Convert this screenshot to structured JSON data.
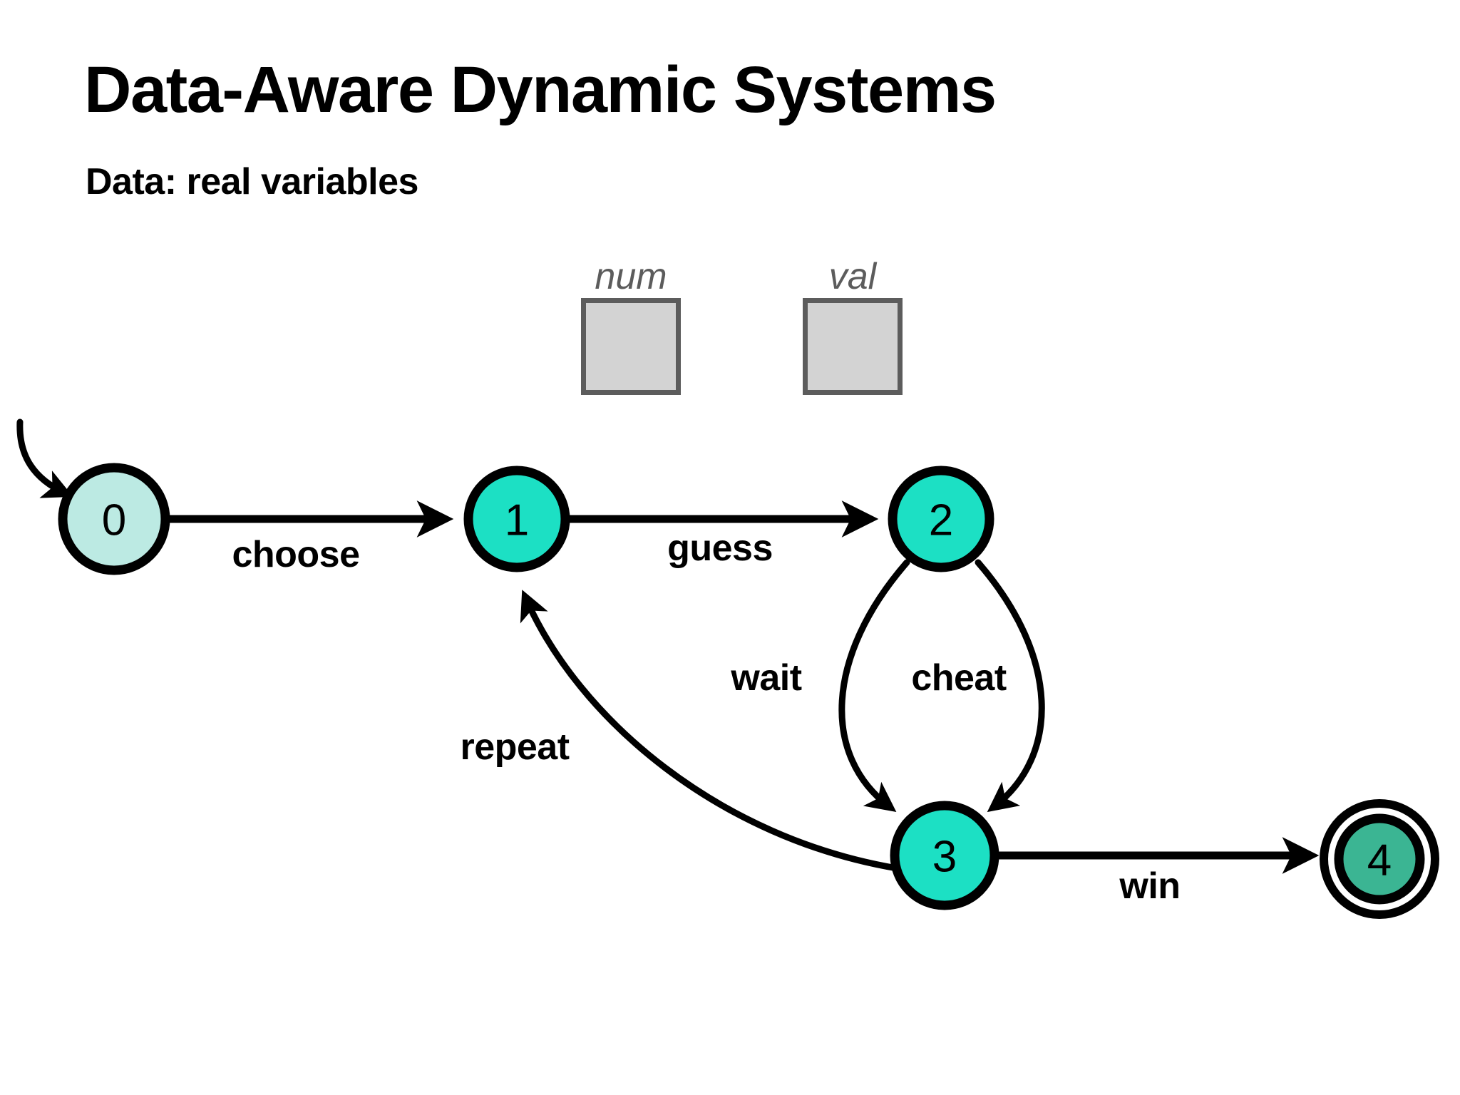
{
  "slide": {
    "title": "Data-Aware Dynamic Systems",
    "subtitle": "Data: real variables",
    "background_color": "#ffffff"
  },
  "variables": [
    {
      "name": "num",
      "value": "",
      "box_fill": "#d3d3d3",
      "box_border": "#5c5c5c"
    },
    {
      "name": "val",
      "value": "",
      "box_fill": "#d3d3d3",
      "box_border": "#5c5c5c"
    }
  ],
  "automaton": {
    "colors": {
      "initial_state_fill": "#bceae3",
      "state_fill": "#1ce0c4",
      "final_state_fill": "#3bb593",
      "stroke": "#000000"
    },
    "states": [
      {
        "id": "0",
        "label": "0",
        "kind": "initial",
        "fill": "#bceae3"
      },
      {
        "id": "1",
        "label": "1",
        "kind": "normal",
        "fill": "#1ce0c4"
      },
      {
        "id": "2",
        "label": "2",
        "kind": "normal",
        "fill": "#1ce0c4"
      },
      {
        "id": "3",
        "label": "3",
        "kind": "normal",
        "fill": "#1ce0c4"
      },
      {
        "id": "4",
        "label": "4",
        "kind": "final",
        "fill": "#3bb593"
      }
    ],
    "transitions": [
      {
        "from": "0",
        "to": "1",
        "label": "choose"
      },
      {
        "from": "1",
        "to": "2",
        "label": "guess"
      },
      {
        "from": "2",
        "to": "3",
        "label": "wait"
      },
      {
        "from": "2",
        "to": "3",
        "label": "cheat"
      },
      {
        "from": "3",
        "to": "1",
        "label": "repeat"
      },
      {
        "from": "3",
        "to": "4",
        "label": "win"
      }
    ]
  }
}
